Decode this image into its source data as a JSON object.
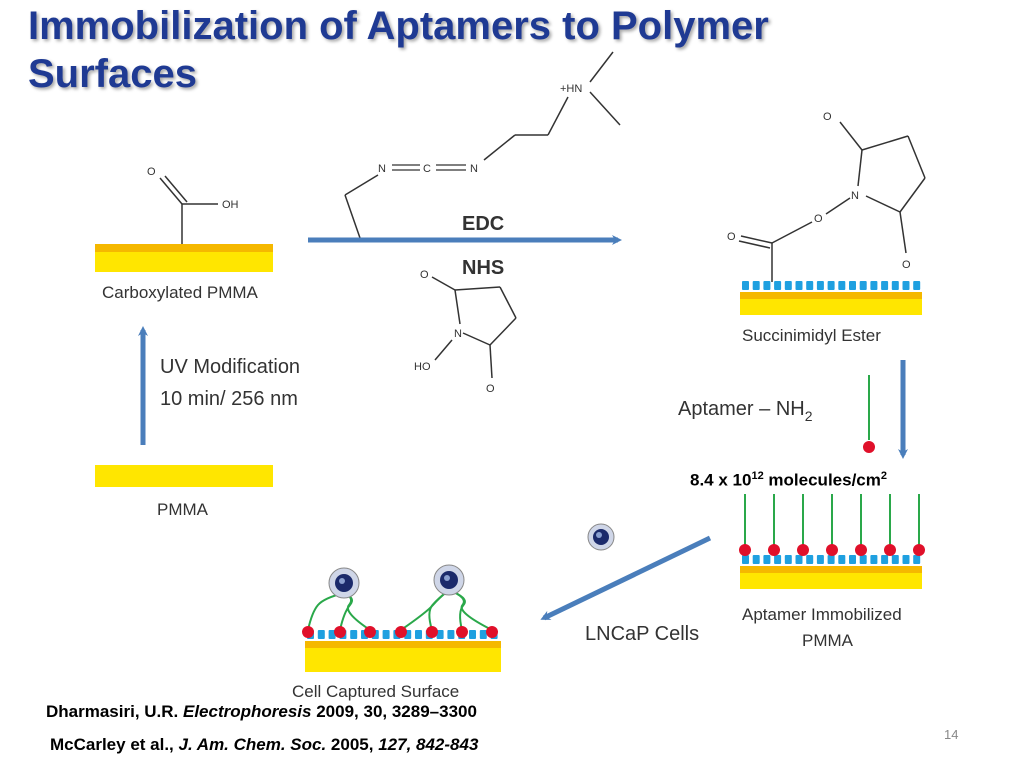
{
  "slide": {
    "title_line1": "Immobilization of Aptamers to Polymer",
    "title_line2": "Surfaces",
    "page_number": "14"
  },
  "diagram": {
    "carboxylated_label": "Carboxylated PMMA",
    "uv_label_line1": "UV Modification",
    "uv_label_line2": "10 min/ 256 nm",
    "pmma_label": "PMMA",
    "edc_label": "EDC",
    "nhs_label": "NHS",
    "succinimidyl_label": "Succinimidyl  Ester",
    "aptamer_label": "Aptamer – NH",
    "aptamer_sub": "2",
    "immobilized_line1": "Aptamer Immobilized",
    "immobilized_line2": "PMMA",
    "lncap_label": "LNCaP Cells",
    "captured_label": "Cell Captured  Surface",
    "density_value": "8.4 x 10",
    "density_exp": "12",
    "density_unit": " molecules/cm",
    "density_unit_exp": "2",
    "atoms": {
      "o": "O",
      "oh": "OH",
      "n": "N",
      "c": "C",
      "hn_plus": "+HN",
      "ho": "HO"
    }
  },
  "references": {
    "ref1_authors": "Dharmasiri, U.R. ",
    "ref1_journal": "Electrophoresis",
    "ref1_details": " 2009, 30, 3289–3300",
    "ref2_authors": "McCarley et al., ",
    "ref2_journal": "J. Am. Chem. Soc.",
    "ref2_year": "  2005, ",
    "ref2_details": "127, 842-843"
  },
  "colors": {
    "title": "#1f3a93",
    "arrow": "#4a7ebb",
    "pmma_yellow": "#ffe600",
    "pmma_orange": "#f5b800",
    "surface_blue": "#1fa0e0",
    "aptamer_green": "#2aa84a",
    "amine_red": "#e0102a"
  }
}
